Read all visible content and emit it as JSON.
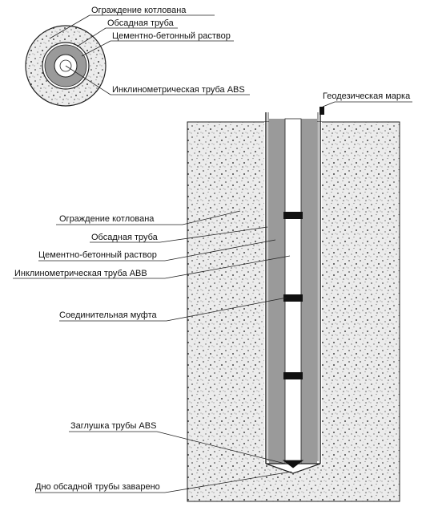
{
  "cross_section": {
    "labels": {
      "excavation_fence": "Ограждение котлована",
      "casing_pipe": "Обсадная труба",
      "cement_mortar": "Цементно-бетонный раствор",
      "inclinometer_pipe": "Инклинометрическая труба ABS"
    }
  },
  "longitudinal_section": {
    "geodetic_mark": "Геодезическая марка",
    "labels": {
      "excavation_fence": "Ограждение котлована",
      "casing_pipe": "Обсадная труба",
      "cement_mortar": "Цементно-бетонный раствор",
      "inclinometer_pipe": "Инклинометрическая труба ABB",
      "coupling": "Соединительная муфта",
      "pipe_plug": "Заглушка трубы ABS",
      "casing_bottom": "Дно обсадной трубы заварено"
    }
  },
  "colors": {
    "soil": "#e6e6e6",
    "mortar": "#9a9a9a",
    "coupling": "#111111",
    "outline": "#222222"
  }
}
